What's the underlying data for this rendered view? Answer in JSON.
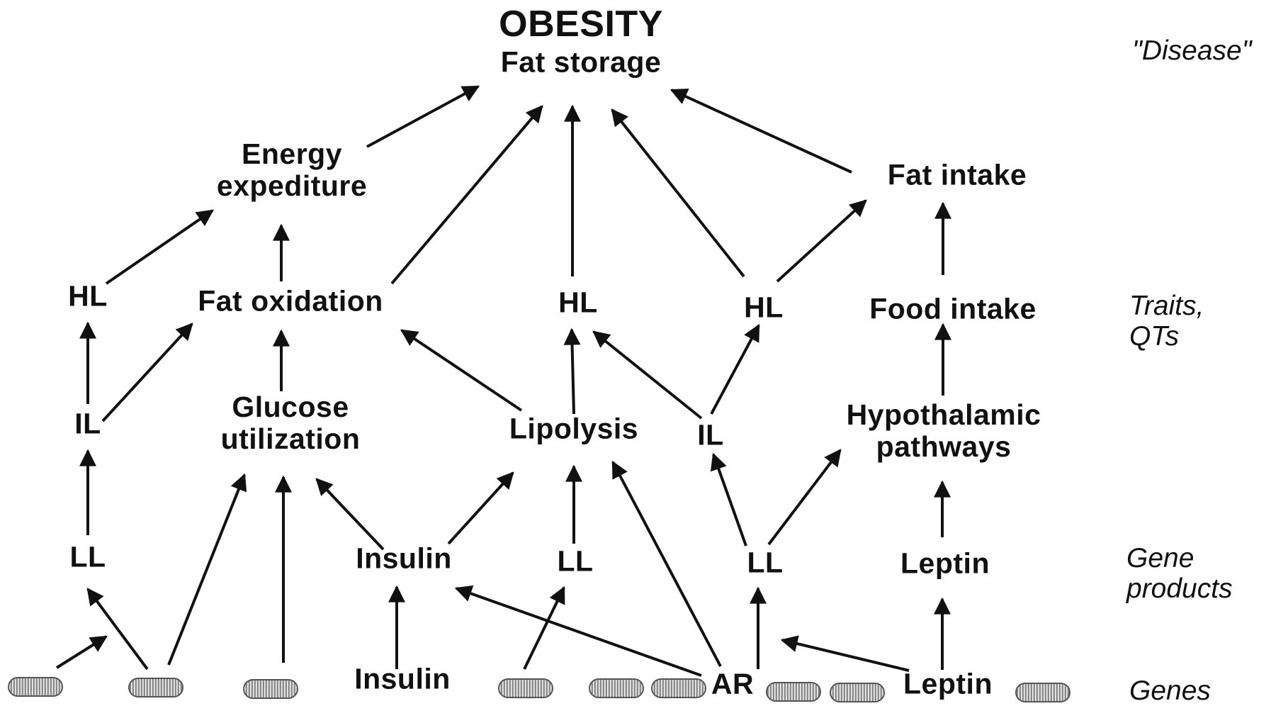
{
  "title": "OBESITY",
  "nodes": {
    "fat_storage": "Fat storage",
    "energy_expenditure": [
      "Energy",
      "expediture"
    ],
    "fat_intake": "Fat intake",
    "hl_left": "HL",
    "fat_oxidation": "Fat oxidation",
    "hl_center": "HL",
    "hl_right": "HL",
    "food_intake": "Food intake",
    "il_left": "IL",
    "glucose_utilization": [
      "Glucose",
      "utilization"
    ],
    "lipolysis": "Lipolysis",
    "il_right": "IL",
    "hypothalamic_pathways": [
      "Hypothalamic",
      "pathways"
    ],
    "ll_left": "LL",
    "insulin_product": "Insulin",
    "ll_center": "LL",
    "ll_right": "LL",
    "leptin_product": "Leptin",
    "insulin_gene": "Insulin",
    "ar_gene": "AR",
    "leptin_gene": "Leptin"
  },
  "levels": {
    "disease": "\"Disease\"",
    "traits": [
      "Traits,",
      "QTs"
    ],
    "gene_products": [
      "Gene",
      "products"
    ],
    "genes": "Genes"
  },
  "colors": {
    "ink": "#111111",
    "gene_fill": "#8a8a8a",
    "gene_stripe": "#f2f2f2"
  }
}
